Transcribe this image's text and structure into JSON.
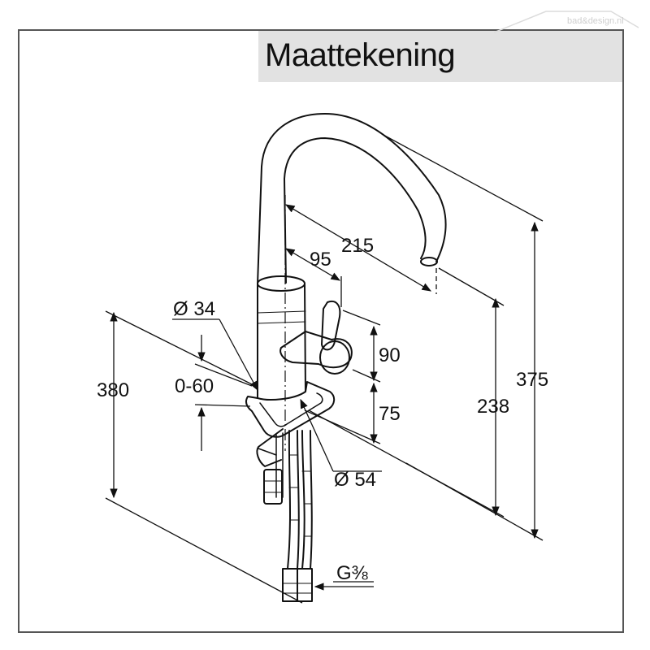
{
  "title": "Maattekening",
  "watermark": "bad&design.nl",
  "dimensions": {
    "d215": "215",
    "d95": "95",
    "d34": "Ø 34",
    "d90": "90",
    "d380": "380",
    "d0_60": "0-60",
    "d75": "75",
    "d238": "238",
    "d375": "375",
    "d54": "Ø 54",
    "thread": "G⅜"
  },
  "colors": {
    "line": "#111111",
    "frame": "#555555",
    "title_bg": "#e2e2e2"
  }
}
